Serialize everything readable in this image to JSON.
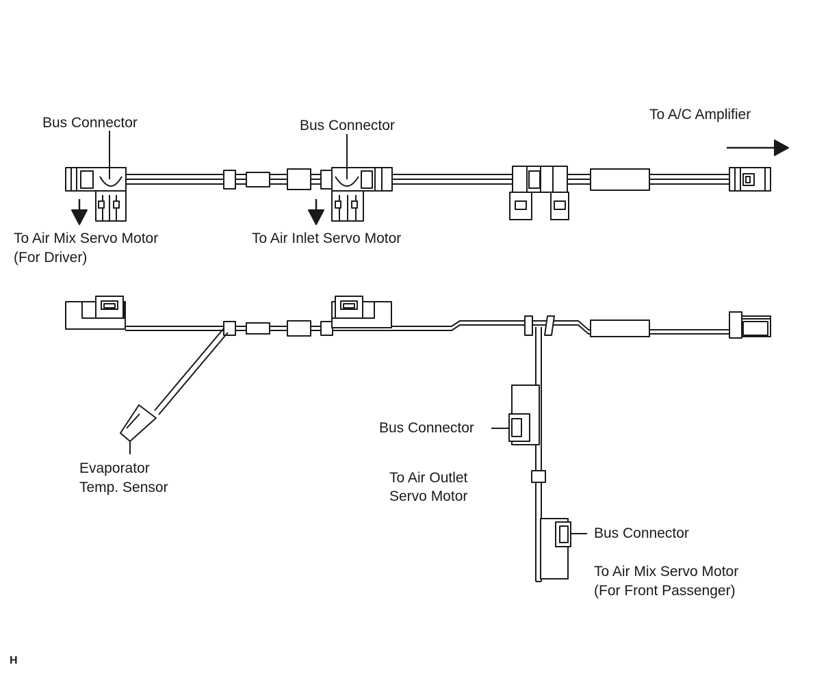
{
  "labels": {
    "bus_connector": "Bus Connector",
    "to_ac_amplifier": "To A/C Amplifier",
    "air_mix_driver_line1": "To Air Mix Servo Motor",
    "air_mix_driver_line2": "(For Driver)",
    "air_inlet": "To Air Inlet Servo Motor",
    "evap_line1": "Evaporator",
    "evap_line2": "Temp. Sensor",
    "air_outlet_line1": "To Air Outlet",
    "air_outlet_line2": "Servo Motor",
    "air_mix_pass_line1": "To Air Mix Servo Motor",
    "air_mix_pass_line2": "(For Front Passenger)",
    "corner_code": "H"
  },
  "colors": {
    "line": "#1a1a1a",
    "fill": "#ffffff"
  }
}
